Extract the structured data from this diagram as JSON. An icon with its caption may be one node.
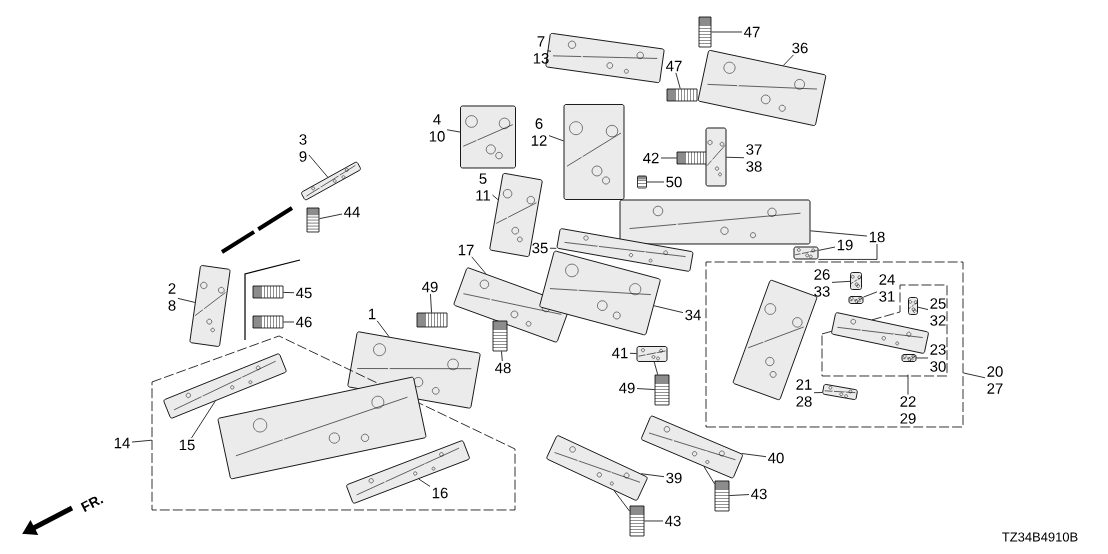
{
  "diagram": {
    "nodes": [
      {
        "text": [
          "7",
          "13"
        ]
      },
      {
        "text": [],
        "shape": "picture"
      },
      {
        "text": [
          "47"
        ]
      },
      {
        "text": [],
        "shape": "picture"
      },
      {
        "text": [
          "36"
        ]
      },
      {
        "text": [],
        "shape": "picture"
      },
      {
        "text": [
          "47"
        ]
      },
      {
        "text": [],
        "shape": "picture"
      },
      {
        "text": [
          "4",
          "10"
        ]
      },
      {
        "text": [],
        "shape": "picture"
      },
      {
        "text": [
          "6",
          "12"
        ]
      },
      {
        "text": [],
        "shape": "picture"
      },
      {
        "text": [
          "42"
        ]
      },
      {
        "text": [],
        "shape": "picture"
      },
      {
        "text": [
          "37",
          "38"
        ]
      },
      {
        "text": [],
        "shape": "picture"
      },
      {
        "text": [
          "3",
          "9"
        ]
      },
      {
        "text": [],
        "shape": "picture"
      },
      {
        "text": [
          "44"
        ]
      },
      {
        "text": [],
        "shape": "picture"
      },
      {
        "text": [
          "50"
        ]
      },
      {
        "text": [],
        "shape": "picture"
      },
      {
        "text": [
          "5",
          "11"
        ]
      },
      {
        "text": [],
        "shape": "picture"
      },
      {
        "text": [
          "18"
        ]
      },
      {
        "text": [],
        "shape": "picture"
      },
      {
        "text": [
          "19"
        ]
      },
      {
        "text": [],
        "shape": "picture"
      },
      {
        "text": [
          "35"
        ]
      },
      {
        "text": [],
        "shape": "picture"
      },
      {
        "text": [
          "2",
          "8"
        ]
      },
      {
        "text": [],
        "shape": "picture"
      },
      {
        "text": [
          "45"
        ]
      },
      {
        "text": [],
        "shape": "picture"
      },
      {
        "text": [
          "46"
        ]
      },
      {
        "text": [],
        "shape": "picture"
      },
      {
        "text": [
          "17"
        ]
      },
      {
        "text": [],
        "shape": "picture"
      },
      {
        "text": [
          "49"
        ]
      },
      {
        "text": [],
        "shape": "picture"
      },
      {
        "text": [
          "34"
        ]
      },
      {
        "text": [],
        "shape": "picture"
      },
      {
        "text": [
          "1"
        ]
      },
      {
        "text": [],
        "shape": "picture"
      },
      {
        "text": [
          "48"
        ]
      },
      {
        "text": [],
        "shape": "picture"
      },
      {
        "text": [
          "41"
        ]
      },
      {
        "text": [],
        "shape": "picture"
      },
      {
        "text": [
          "49"
        ]
      },
      {
        "text": [],
        "shape": "picture"
      },
      {
        "text": [
          "14"
        ]
      },
      {
        "text": [],
        "shape": "box"
      },
      {
        "text": [
          "15"
        ],
        "in": 51
      },
      {
        "text": [],
        "shape": "picture",
        "in": 51
      },
      {
        "text": [],
        "shape": "picture",
        "in": 51
      },
      {
        "text": [
          "16"
        ],
        "in": 51
      },
      {
        "text": [],
        "shape": "picture",
        "in": 51
      },
      {
        "text": [
          "39"
        ]
      },
      {
        "text": [],
        "shape": "picture"
      },
      {
        "text": [
          "43"
        ]
      },
      {
        "text": [],
        "shape": "picture"
      },
      {
        "text": [
          "40"
        ]
      },
      {
        "text": [],
        "shape": "picture"
      },
      {
        "text": [
          "43"
        ]
      },
      {
        "text": [],
        "shape": "picture"
      },
      {
        "text": [
          "20",
          "27"
        ]
      },
      {
        "text": [],
        "shape": "box"
      },
      {
        "text": [
          "26",
          "33"
        ],
        "in": 66
      },
      {
        "text": [],
        "shape": "picture",
        "in": 66
      },
      {
        "text": [
          "24",
          "31"
        ],
        "in": 66
      },
      {
        "text": [],
        "shape": "picture",
        "in": 66
      },
      {
        "text": [],
        "shape": "picture",
        "in": 66
      },
      {
        "text": [],
        "shape": "box",
        "in": 66
      },
      {
        "text": [
          "25",
          "32"
        ],
        "in": 72
      },
      {
        "text": [],
        "shape": "picture",
        "in": 72
      },
      {
        "text": [],
        "shape": "picture",
        "in": 72
      },
      {
        "text": [
          "23",
          "30"
        ],
        "in": 72
      },
      {
        "text": [],
        "shape": "picture",
        "in": 72
      },
      {
        "text": [
          "21",
          "28"
        ],
        "in": 66
      },
      {
        "text": [],
        "shape": "picture",
        "in": 66
      },
      {
        "text": [
          "22",
          "29"
        ],
        "in": 66
      }
    ],
    "edges": [
      {
        "from": 0,
        "to": 1,
        "arrow": "none"
      },
      {
        "from": 2,
        "to": 3,
        "arrow": "none"
      },
      {
        "from": 4,
        "to": 5,
        "arrow": "none"
      },
      {
        "from": 6,
        "to": 7,
        "arrow": "none"
      },
      {
        "from": 8,
        "to": 9,
        "arrow": "none"
      },
      {
        "from": 10,
        "to": 11,
        "arrow": "none"
      },
      {
        "from": 12,
        "to": 13,
        "arrow": "none"
      },
      {
        "from": 14,
        "to": 15,
        "arrow": "none"
      },
      {
        "from": 16,
        "to": 17,
        "arrow": "none"
      },
      {
        "from": 18,
        "to": 19,
        "arrow": "none"
      },
      {
        "from": 20,
        "to": 21,
        "arrow": "none"
      },
      {
        "from": 22,
        "to": 23,
        "arrow": "none"
      },
      {
        "from": 24,
        "to": 25,
        "arrow": "none"
      },
      {
        "from": 24,
        "to": 27,
        "arrow": "none"
      },
      {
        "from": 26,
        "to": 27,
        "arrow": "none"
      },
      {
        "from": 28,
        "to": 29,
        "arrow": "none"
      },
      {
        "from": 30,
        "to": 31,
        "arrow": "none"
      },
      {
        "from": 32,
        "to": 33,
        "arrow": "none"
      },
      {
        "from": 34,
        "to": 35,
        "arrow": "none"
      },
      {
        "from": 36,
        "to": 37,
        "arrow": "none"
      },
      {
        "from": 38,
        "to": 39,
        "arrow": "none"
      },
      {
        "from": 40,
        "to": 41,
        "arrow": "none"
      },
      {
        "from": 42,
        "to": 43,
        "arrow": "none"
      },
      {
        "from": 44,
        "to": 45,
        "arrow": "none"
      },
      {
        "from": 46,
        "to": 47,
        "arrow": "none"
      },
      {
        "from": 47,
        "to": 49,
        "arrow": "none"
      },
      {
        "from": 48,
        "to": 49,
        "arrow": "none"
      },
      {
        "from": 50,
        "to": 51,
        "arrow": "none"
      },
      {
        "from": 52,
        "to": 53,
        "arrow": "none"
      },
      {
        "from": 55,
        "to": 56,
        "arrow": "none"
      },
      {
        "from": 57,
        "to": 58,
        "arrow": "none"
      },
      {
        "from": 58,
        "to": 60,
        "arrow": "none"
      },
      {
        "from": 59,
        "to": 60,
        "arrow": "none"
      },
      {
        "from": 61,
        "to": 62,
        "arrow": "none"
      },
      {
        "from": 62,
        "to": 64,
        "arrow": "none"
      },
      {
        "from": 63,
        "to": 64,
        "arrow": "none"
      },
      {
        "from": 65,
        "to": 66,
        "arrow": "none"
      },
      {
        "from": 67,
        "to": 68,
        "arrow": "none"
      },
      {
        "from": 69,
        "to": 70,
        "arrow": "none"
      },
      {
        "from": 73,
        "to": 74,
        "arrow": "none"
      },
      {
        "from": 76,
        "to": 77,
        "arrow": "none"
      },
      {
        "from": 78,
        "to": 79,
        "arrow": "none"
      },
      {
        "from": 80,
        "to": 72,
        "arrow": "none"
      }
    ],
    "labels": [
      "FR.",
      "TZ34B4910B"
    ]
  }
}
